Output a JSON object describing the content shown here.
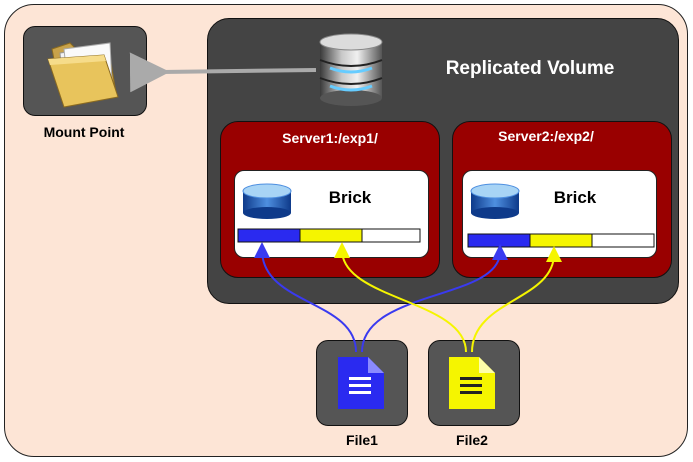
{
  "title": "Replicated Volume",
  "mount": {
    "label": "Mount Point"
  },
  "servers": [
    {
      "label": "Server1:/exp1/",
      "brick_label": "Brick"
    },
    {
      "label": "Server2:/exp2/",
      "brick_label": "Brick"
    }
  ],
  "files": [
    {
      "label": "File1",
      "color": "#2a2af0"
    },
    {
      "label": "File2",
      "color": "#f5f500"
    }
  ],
  "colors": {
    "file1": "#2a2af0",
    "file2": "#f5f500",
    "server": "#990000",
    "volume": "#444444",
    "background": "#fde5d6"
  }
}
